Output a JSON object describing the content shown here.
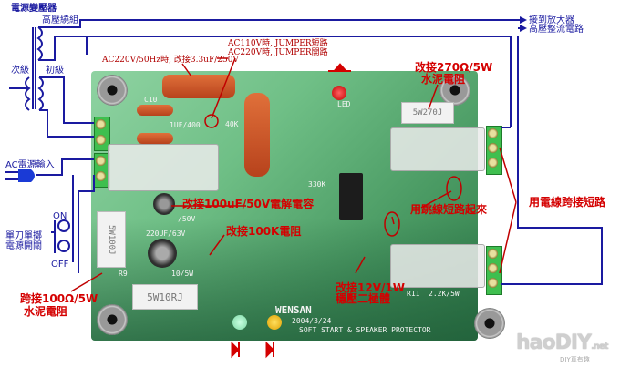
{
  "schematic": {
    "transformer_label": "電源變壓器",
    "hv_winding_label": "高壓繞組",
    "secondary_label": "次級",
    "primary_label": "初級",
    "ac_input_label": "AC電源輸入",
    "switch_label_line1": "單刀單擲",
    "switch_label_line2": "電源開關",
    "switch_on": "ON",
    "switch_off": "OFF",
    "out_amp_label": "接到放大器",
    "out_hv_label": "高壓整流電路"
  },
  "annotations": {
    "cap_change": "AC220V/50Hz時, 改接3.3uF/250V",
    "jumper_line1": "AC110V時, JUMPER短路",
    "jumper_line2": "AC220V時, JUMPER開路",
    "res270_line1": "改接270Ω/5W",
    "res270_line2": "水泥電阻",
    "electrolytic": "改接100uF/50V電解電容",
    "res100k": "改接100K電阻",
    "jumper_wire": "用跳線短路起來",
    "wire_short": "用電線跨接短路",
    "zener_line1": "改接12V/1W",
    "zener_line2": "穩壓二極體",
    "res100_line1": "跨接100Ω/5W",
    "res100_line2": "水泥電阻"
  },
  "board": {
    "brand": "WENSAN",
    "date": "2004/3/24",
    "title": "SOFT START & SPEAKER PROTECTOR",
    "silk_c10": "C10",
    "silk_cap1": "1UF/400",
    "silk_40k": "40K",
    "silk_led": "LED",
    "silk_330k": "330K",
    "silk_220uf": "220UF/63V",
    "silk_50v": "/50V",
    "silk_r11": "R11",
    "silk_r11_val": "2.2K/5W",
    "silk_r9": "R9",
    "silk_r9_val": "10/5W",
    "res_5w10rj": "5W10RJ",
    "res_5w270": "5W270J",
    "res_left": "5W100J"
  },
  "watermark": {
    "logo": "haoDIY",
    "suffix": ".net",
    "sub": "DIY真有趣"
  },
  "colors": {
    "schematic_blue": "#1a1aa0",
    "annotation_red": "#d40000",
    "pcb_green": "#5aad73"
  }
}
